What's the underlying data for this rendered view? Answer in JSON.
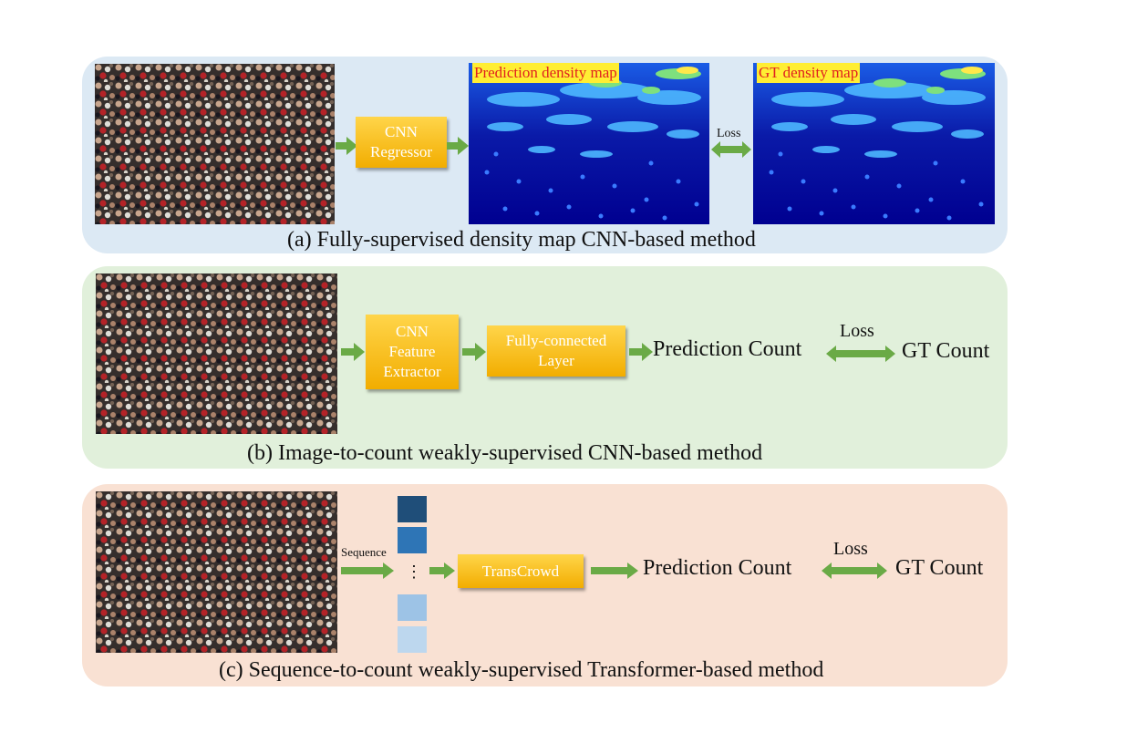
{
  "panel_a": {
    "regressor_label": "CNN\nRegressor",
    "pred_map_label": "Prediction density map",
    "gt_map_label": "GT density map",
    "loss_label": "Loss",
    "caption": "(a) Fully-supervised density map CNN-based method"
  },
  "panel_b": {
    "extractor_label": "CNN\nFeature\nExtractor",
    "fc_label": "Fully-connected\nLayer",
    "pred_count": "Prediction Count",
    "loss_label": "Loss",
    "gt_count": "GT Count",
    "caption": "(b) Image-to-count weakly-supervised CNN-based method"
  },
  "panel_c": {
    "sequence_label": "Sequence",
    "ellipsis": "⋮",
    "transcrowd_label": "TransCrowd",
    "pred_count": "Prediction Count",
    "loss_label": "Loss",
    "gt_count": "GT Count",
    "caption": "(c) Sequence-to-count weakly-supervised Transformer-based method"
  },
  "colors": {
    "panel_a_bg": "#dce9f4",
    "panel_b_bg": "#e1f0db",
    "panel_c_bg": "#f9e1d3",
    "arrow": "#6aaa46",
    "box": "#f5b800",
    "token_shades": [
      "#1f4e79",
      "#2e75b6",
      "#9dc3e6",
      "#bdd7ee"
    ]
  }
}
